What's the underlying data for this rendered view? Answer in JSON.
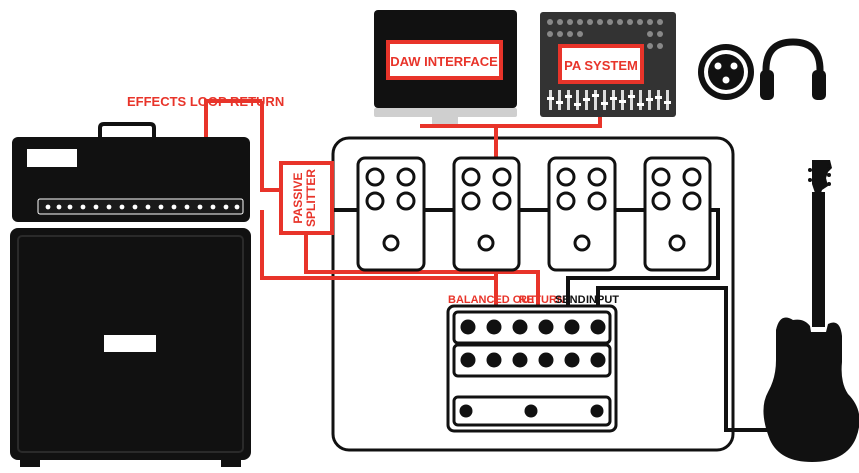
{
  "labels": {
    "effects_loop_return": "EFFECTS LOOP RETURN",
    "daw_interface": "DAW INTERFACE",
    "pa_system": "PA SYSTEM",
    "passive": "PASSIVE",
    "splitter": "SPLITTER",
    "balanced_out": "BALANCED OUT",
    "return": "RETURN",
    "send": "SEND",
    "input": "INPUT"
  },
  "colors": {
    "accent_red": "#e8342a",
    "cable_black": "#111111",
    "device_black": "#111111"
  },
  "icons": [
    "xlr-connector-icon",
    "headphones-icon",
    "guitar-icon",
    "amp-head-icon",
    "speaker-cabinet-icon",
    "monitor-icon",
    "mixer-icon"
  ]
}
